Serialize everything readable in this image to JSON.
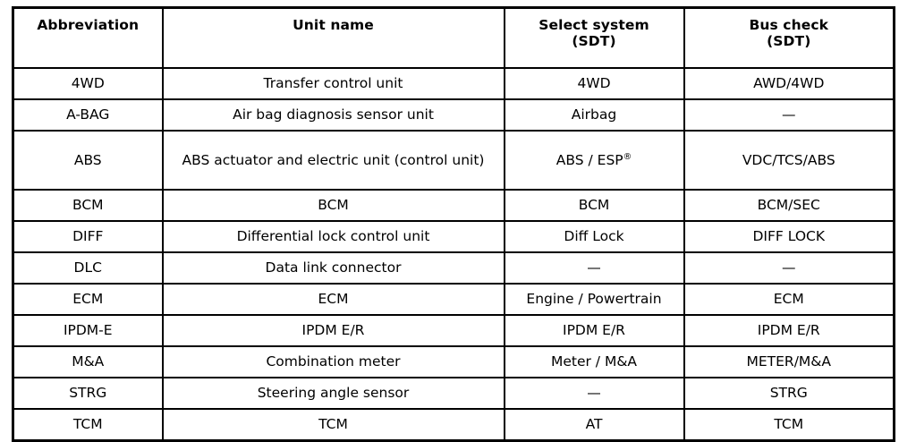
{
  "table": {
    "columns": [
      {
        "id": "abbreviation",
        "label_lines": [
          "Abbreviation"
        ]
      },
      {
        "id": "unit_name",
        "label_lines": [
          "Unit name"
        ]
      },
      {
        "id": "select_system",
        "label_lines": [
          "Select system",
          "(SDT)"
        ]
      },
      {
        "id": "bus_check",
        "label_lines": [
          "Bus check",
          "(SDT)"
        ]
      }
    ],
    "rows": [
      {
        "abbreviation": "4WD",
        "unit_name": "Transfer control unit",
        "select_system": "4WD",
        "bus_check": "AWD/4WD"
      },
      {
        "abbreviation": "A-BAG",
        "unit_name": "Air bag diagnosis sensor unit",
        "select_system": "Airbag",
        "bus_check": "—"
      },
      {
        "abbreviation": "ABS",
        "unit_name": "ABS actuator and electric unit (control unit)",
        "select_system_prefix": "ABS / ESP",
        "select_system_suffix": "®",
        "select_system": "ABS / ESP®",
        "bus_check": "VDC/TCS/ABS",
        "tall": true
      },
      {
        "abbreviation": "BCM",
        "unit_name": "BCM",
        "select_system": "BCM",
        "bus_check": "BCM/SEC"
      },
      {
        "abbreviation": "DIFF",
        "unit_name": "Differential lock control unit",
        "select_system": "Diff Lock",
        "bus_check": "DIFF LOCK"
      },
      {
        "abbreviation": "DLC",
        "unit_name": "Data link connector",
        "select_system": "—",
        "bus_check": "—"
      },
      {
        "abbreviation": "ECM",
        "unit_name": "ECM",
        "select_system": "Engine / Powertrain",
        "bus_check": "ECM"
      },
      {
        "abbreviation": "IPDM-E",
        "unit_name": "IPDM E/R",
        "select_system": "IPDM E/R",
        "bus_check": "IPDM E/R"
      },
      {
        "abbreviation": "M&A",
        "unit_name": "Combination meter",
        "select_system": "Meter / M&A",
        "bus_check": "METER/M&A"
      },
      {
        "abbreviation": "STRG",
        "unit_name": "Steering angle sensor",
        "select_system": "—",
        "bus_check": "STRG"
      },
      {
        "abbreviation": "TCM",
        "unit_name": "TCM",
        "select_system": "AT",
        "bus_check": "TCM"
      }
    ]
  },
  "style": {
    "border_color": "#000000",
    "text_color": "#000000",
    "background": "#ffffff"
  }
}
